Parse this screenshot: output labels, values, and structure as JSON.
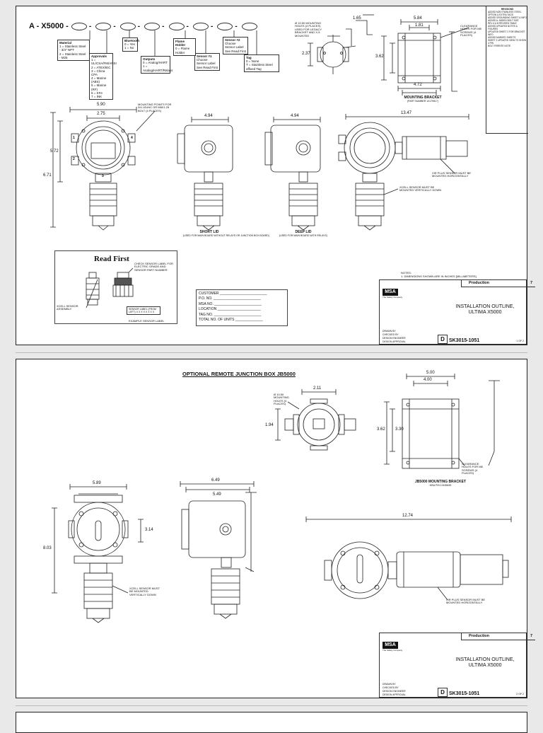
{
  "sheet1": {
    "model_code": "A - X5000 -",
    "code_boxes": [
      {
        "title": "Material",
        "lines": [
          "1 = Stainless Steel - 3/4\" NPT",
          "2 = Stainless Steel - M25"
        ]
      },
      {
        "title": "Bluetooth",
        "lines": [
          "0 = Yes",
          "1 = No"
        ]
      },
      {
        "title": "Outputs",
        "lines": [
          "0 = Analog/HART",
          "1 = Analog/HART/Relays"
        ]
      },
      {
        "title": "Sensor #1",
        "lines": [
          "Choose Sensor Label",
          "See Read First"
        ]
      },
      {
        "title": "Sensor #2",
        "lines": [
          "Choose Sensor Label",
          "See Read First"
        ]
      },
      {
        "title": "Flame Holder",
        "lines": [
          "0 = Flame Holder"
        ]
      },
      {
        "title": "Tag",
        "lines": [
          "0 = None",
          "T = Stainless Steel affixed Tag"
        ]
      },
      {
        "title": "Approvals",
        "lines": [
          "1 = UL/CSA/FM/ANSI",
          "2 = ATEX/IEC",
          "3 = China CPA",
          "4 = Marine (ABS)",
          "5 = Marine (RF)",
          "6 = KFe",
          "7 = INK"
        ]
      }
    ],
    "dims": {
      "d1": "5.90",
      "d2": "2.75",
      "d3": "5.72",
      "d4": "6.71",
      "d5": "4.94",
      "d6": "4.94",
      "d7": "13.47",
      "d8": "2.37",
      "d9": "1.65",
      "d10": "3.62",
      "d11": "4.72",
      "d12": "5.84",
      "d13": "1.81"
    },
    "labels": {
      "mounting_points": "MOUNTING POINTS FOR 3/4-10UNC OR M8X1.25 BOLT (4 PLACES)",
      "mount_holes": "Ø 10.50 MOUNTING HOLES (4 PLACES) USED FOR LEGACY BRACKET AND X-5 MOUNTED",
      "clearance_holes": "CLEARANCE HOLES FOR M8 SCREWS (4 PLACES)",
      "xir_plus": "XIR PLUS SENSOR MUST BE MOUNTED HORIZONTALLY",
      "xcell": "XCELL SENSOR MUST BE MOUNTED VERTICALLY DOWN",
      "ports": [
        "1",
        "2",
        "3",
        "4"
      ]
    },
    "captions": {
      "short_lid": "SHORT LID",
      "short_lid_sub": "(USED FOR MAIN BOARD WITHOUT RELAYS OR JUNCTION BOX BOARD)",
      "deep_lid": "DEEP LID",
      "deep_lid_sub": "(USED FOR MAIN BOARD WITH RELAYS)",
      "bracket": "MOUNTING BRACKET",
      "bracket_sub": "(PART NUMBER 10179517)"
    },
    "read_first": {
      "title": "Read First",
      "check": "CHECK SENSOR LABEL FOR ELECTRIC GRADE AND SENSOR PART NUMBER",
      "label_box": "SENSOR LABEL (FROM LEFT) X X X X X X X X",
      "sensor_assembly": "XCELL SENSOR ASSEMBLY",
      "example": "EXAMPLE SENSOR LABEL"
    },
    "customer": [
      "CUSTOMER",
      "P.O. NO.",
      "MSA NO.",
      "LOCATION",
      "TAG NO.",
      "TOTAL NO. OF UNITS"
    ],
    "notes": [
      "NOTES:",
      "1. DIMENSIONS SHOWN ARE IN INCHES [MILLIMETERS]"
    ]
  },
  "sheet2": {
    "heading": "OPTIONAL REMOTE JUNCTION BOX JB5000",
    "dims": {
      "d1": "2.11",
      "d2": "5.00",
      "d3": "3.62",
      "d4": "1.94",
      "d5": "6.49",
      "d6": "5.49",
      "d7": "5.89",
      "d8": "3.14",
      "d9": "8.03",
      "d10": "12.74",
      "d11": "4.00",
      "d12": "3.30"
    },
    "labels": {
      "mount_holes": "Ø 10.50 MOUNTING HOLES (4 PLACES)",
      "clearance_holes": "CLEARANCE HOLES FOR M8 SCREWS (4 PLACES)",
      "xcell": "XCELL SENSOR MUST BE MOUNTED VERTICALLY DOWN",
      "xir_plus": "XIR PLUS SENSOR MUST BE MOUNTED HORIZONTALLY"
    },
    "captions": {
      "bracket": "JB5000 MOUNTING BRACKET",
      "bracket_sub": "MSA P/N 10185459"
    }
  },
  "title_block": {
    "production": "Production",
    "rev": "7",
    "logo": "MSA",
    "logo_sub": "The Safety Company",
    "title": "INSTALLATION OUTLINE, ULTIMA X5000",
    "size": "D",
    "dwg_no": "SK3015-1051",
    "sheet1": "1 OF 2",
    "sheet2": "2 OF 2",
    "rows": [
      "DRAWN BY",
      "CHECKED BY",
      "DESIGN ENGINEER",
      "DESIGN APPROVAL"
    ]
  },
  "revisions": [
    "REVISIONS",
    "ADDED M25 STAINLESS STEEL OPTION & EXTRA TAGS",
    "ADDED GROUNDING SHEET & INFO",
    "ADDED A. ADDED BOLT SIZE",
    "REV A & B REVISED TABLE",
    "ADDED UPDATED NOTES & FIGURES",
    "UPDATED SHEET 2 FOR BRACKET INFO",
    "ADDED MARKED SHEETS",
    "SHEET 2 UPDATED VIEW TO SHOW 4 PIN",
    "BOLT FERRITE NOTE"
  ]
}
